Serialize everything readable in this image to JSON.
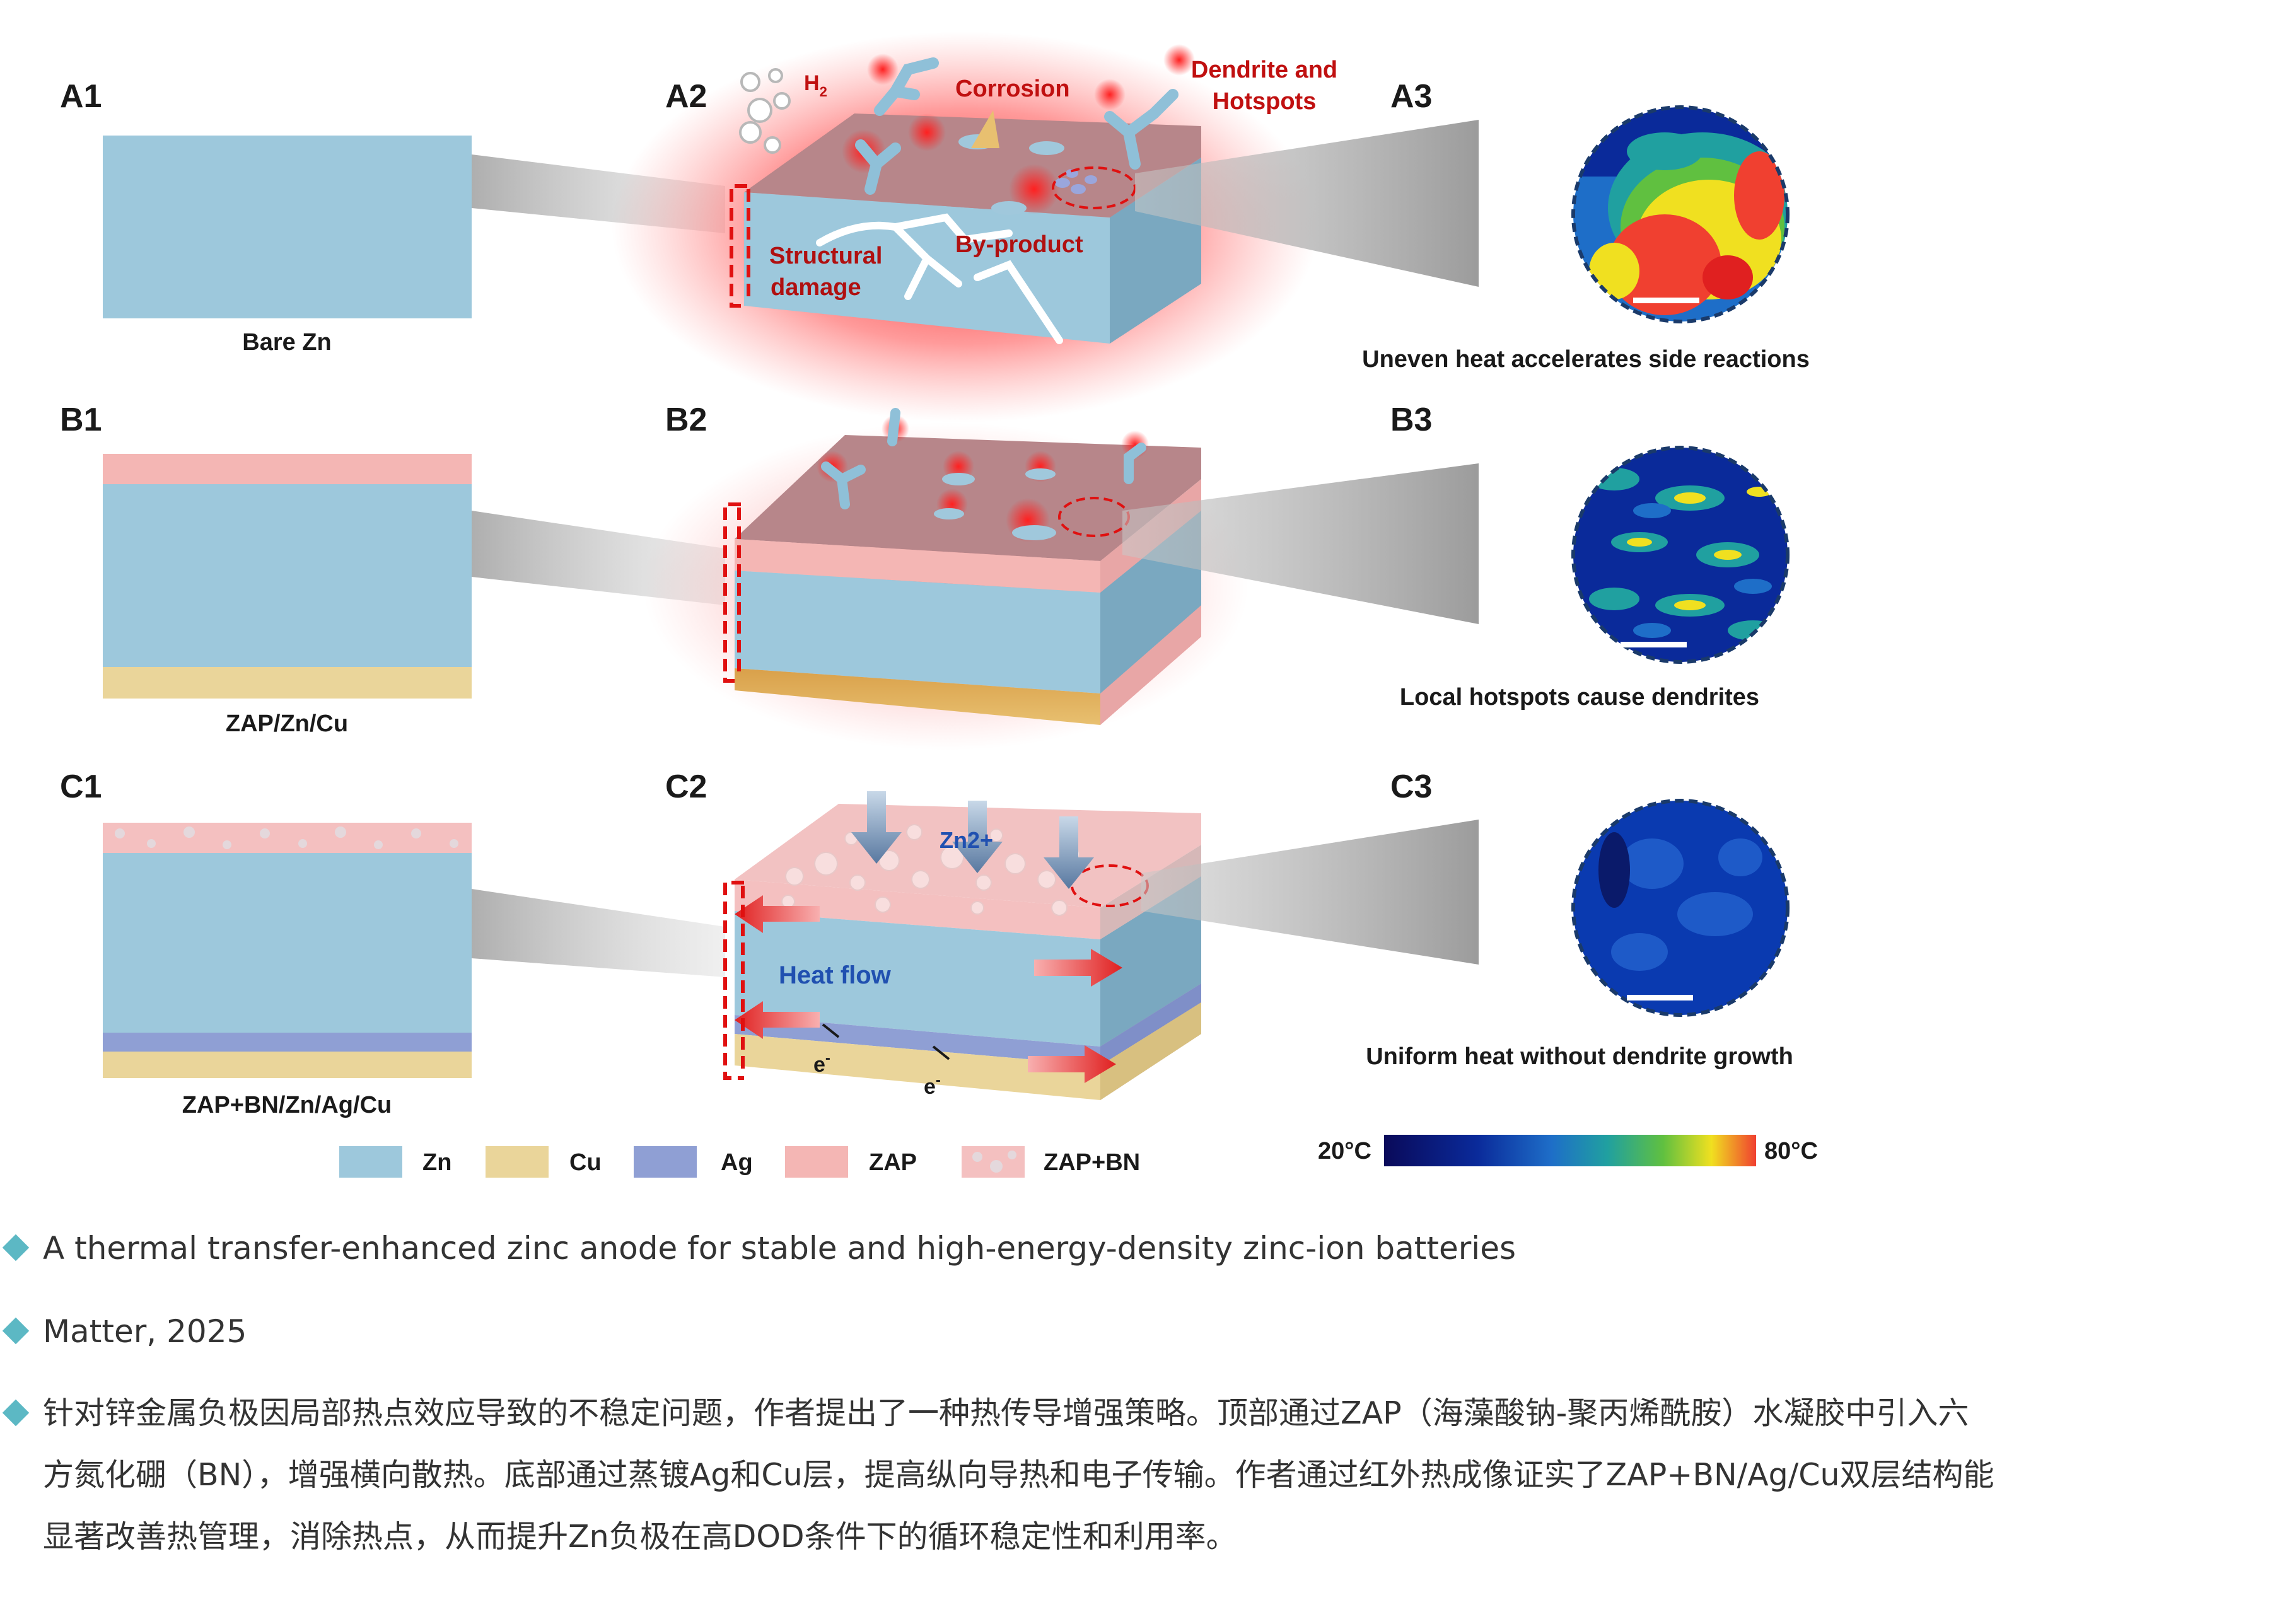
{
  "figure": {
    "panels": {
      "A1": "A1",
      "A2": "A2",
      "A3": "A3",
      "B1": "B1",
      "B2": "B2",
      "B3": "B3",
      "C1": "C1",
      "C2": "C2",
      "C3": "C3"
    },
    "captions": {
      "bare_zn": "Bare Zn",
      "zap_zn_cu": "ZAP/Zn/Cu",
      "zap_bn_zn_ag_cu": "ZAP+BN/Zn/Ag/Cu",
      "a3": "Uneven heat accelerates side reactions",
      "b3": "Local hotspots cause dendrites",
      "c3": "Uniform heat without dendrite growth"
    },
    "annotations": {
      "h2": "H",
      "h2_sub": "2",
      "corrosion": "Corrosion",
      "dendrite_line1": "Dendrite and",
      "dendrite_line2": "Hotspots",
      "structural_line1": "Structural",
      "structural_line2": "damage",
      "byproduct": "By-product",
      "zn2": "Zn2+",
      "heat_flow": "Heat flow",
      "electron": "e",
      "electron_sup": "-"
    },
    "legend": {
      "items": [
        {
          "label": "Zn",
          "color": "#9dc8dc"
        },
        {
          "label": "Cu",
          "color": "#ead59a"
        },
        {
          "label": "Ag",
          "color": "#8f9fd4"
        },
        {
          "label": "ZAP",
          "color": "#f4b6b4"
        },
        {
          "label": "ZAP+BN",
          "color": "#f4c0c0"
        }
      ]
    },
    "colorbar": {
      "min_label": "20°C",
      "max_label": "80°C",
      "stops": [
        "#0a0a5a",
        "#0a2a9a",
        "#1e6ec8",
        "#20a0a0",
        "#60c040",
        "#f0e020",
        "#f04030"
      ]
    },
    "colors": {
      "zn": "#9dc8dc",
      "cu": "#ead59a",
      "ag": "#8f9fd4",
      "zap": "#f4b6b4",
      "hot_red": "#d40000",
      "dash_red": "#e01010",
      "heat_arrow": "#e83030",
      "label_blue": "#2050b0"
    }
  },
  "notes": {
    "title": "A thermal transfer-enhanced zinc anode for stable and high-energy-density zinc-ion batteries",
    "journal": "Matter, 2025",
    "summary_lines": [
      "针对锌金属负极因局部热点效应导致的不稳定问题，作者提出了一种热传导增强策略。顶部通过ZAP（海藻酸钠-聚丙烯酰胺）水凝胶中引入六",
      "方氮化硼（BN），增强横向散热。底部通过蒸镀Ag和Cu层，提高纵向导热和电子传输。作者通过红外热成像证实了ZAP+BN/Ag/Cu双层结构能",
      "显著改善热管理，消除热点，从而提升Zn负极在高DOD条件下的循环稳定性和利用率。"
    ]
  }
}
